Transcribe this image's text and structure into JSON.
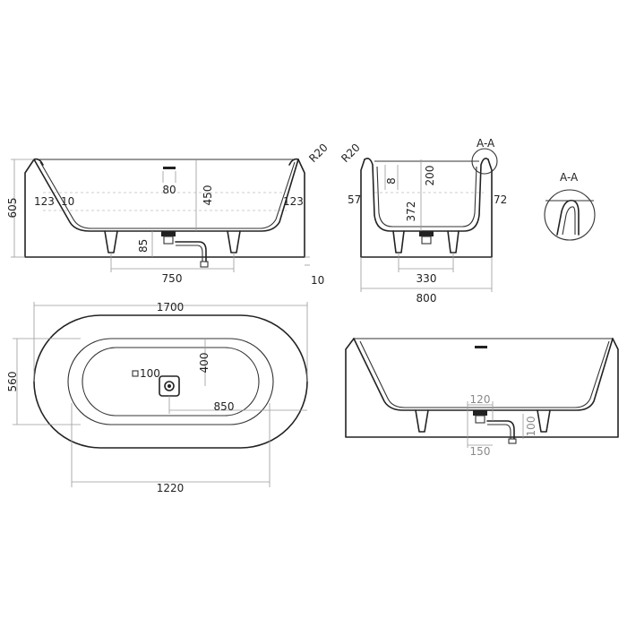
{
  "front_view": {
    "height": "605",
    "wall_left": "123",
    "wall_inner": "10",
    "drain_width": "80",
    "inner_height": "450",
    "wall_right": "123",
    "radius": "R20",
    "waste_height": "85",
    "feet_spacing": "750",
    "base_offset": "10"
  },
  "side_view": {
    "radius": "R20",
    "rim_thickness": "8",
    "rim_height": "200",
    "left_offset": "57",
    "depth": "372",
    "right_offset": "72",
    "feet_spacing": "330",
    "width": "800",
    "section_label": "A-A"
  },
  "top_view": {
    "length": "1700",
    "width": "560",
    "drain_size": "100",
    "drain_offset": "400",
    "drain_position": "850",
    "inner_length": "1220"
  },
  "detail_view": {
    "section_label": "A-A"
  },
  "drain_detail": {
    "drain_width": "120",
    "pipe_height": "100",
    "pipe_length": "150"
  }
}
